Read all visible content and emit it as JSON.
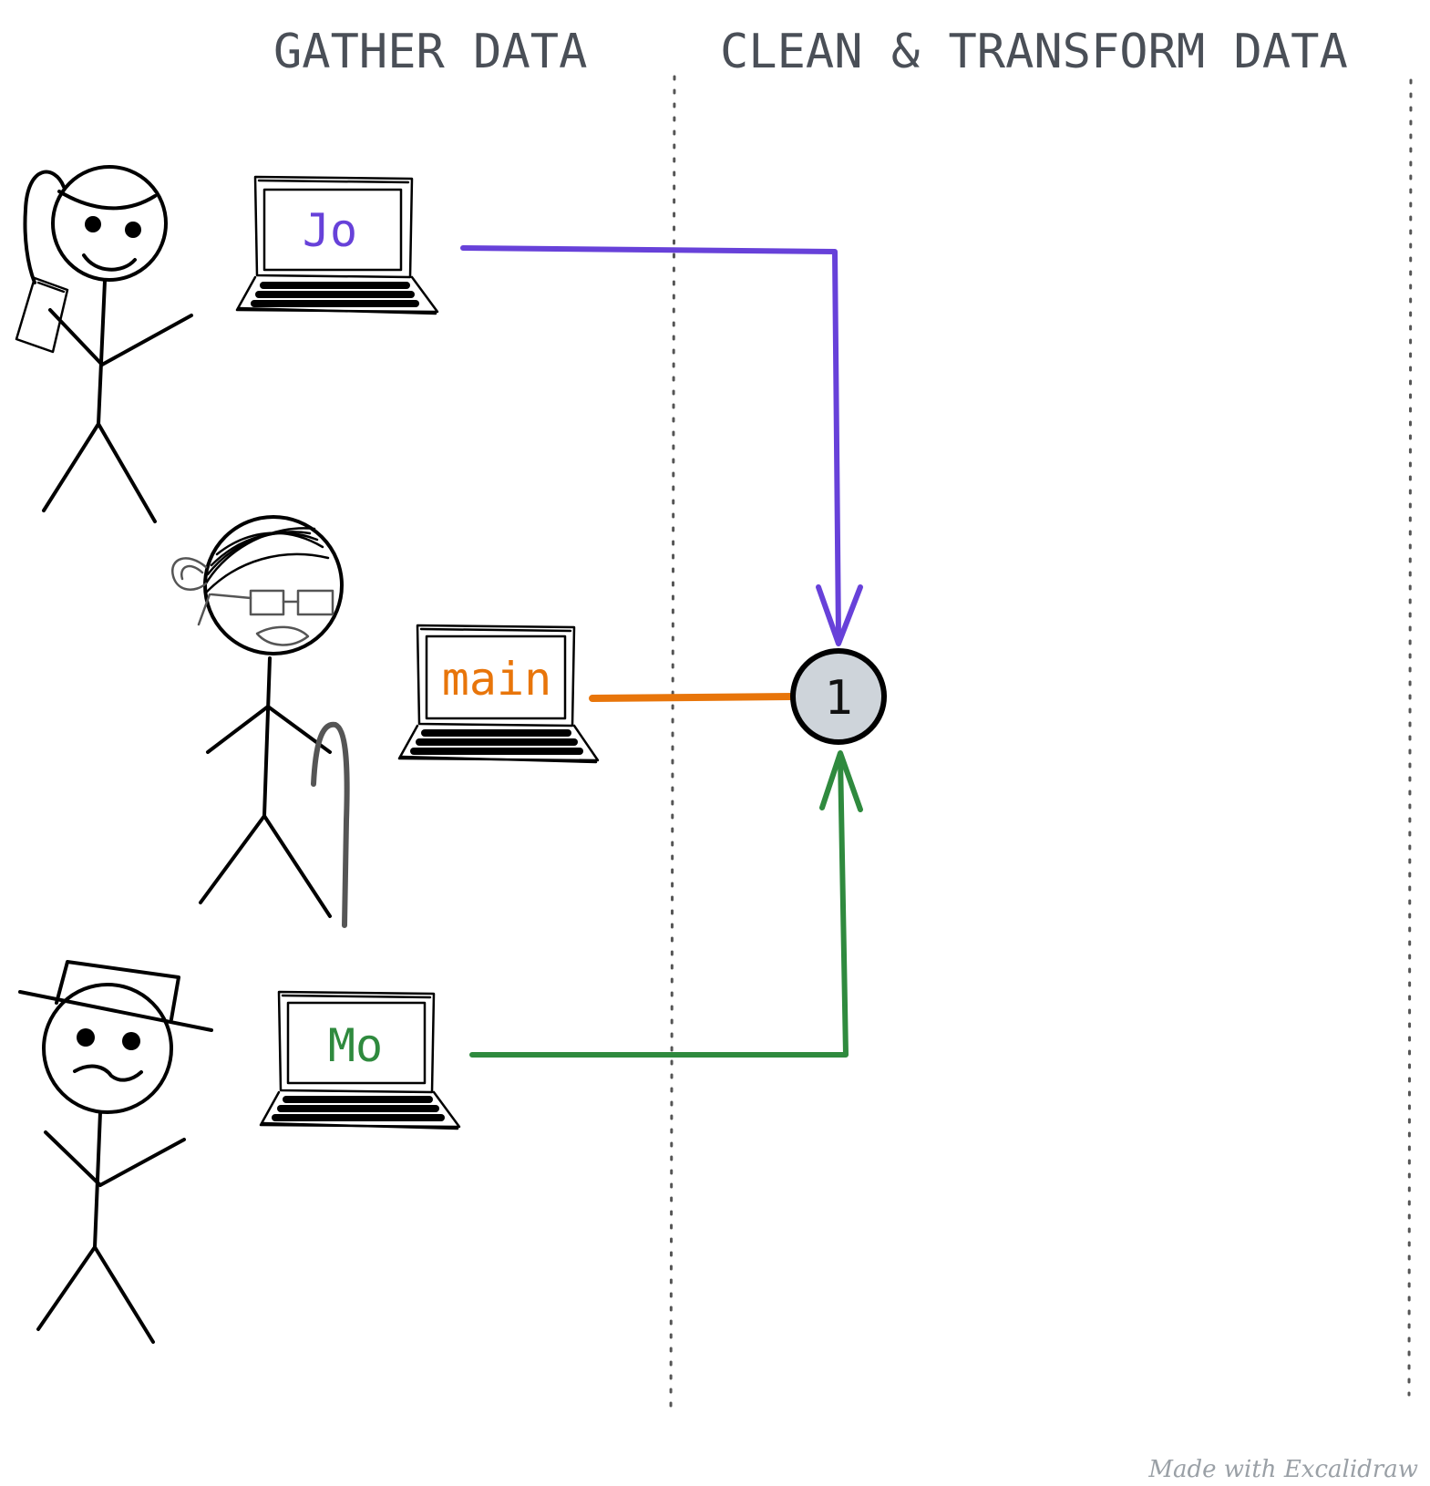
{
  "headings": {
    "gather": "GATHER DATA",
    "clean": "CLEAN & TRANSFORM DATA"
  },
  "laptops": {
    "jo": {
      "label": "Jo",
      "color": "#6741d9"
    },
    "main": {
      "label": "main",
      "color": "#e8750a"
    },
    "mo": {
      "label": "Mo",
      "color": "#2f8a3e"
    }
  },
  "node": {
    "label": "1",
    "fill": "#ced4da"
  },
  "watermark": "Made with Excalidraw"
}
